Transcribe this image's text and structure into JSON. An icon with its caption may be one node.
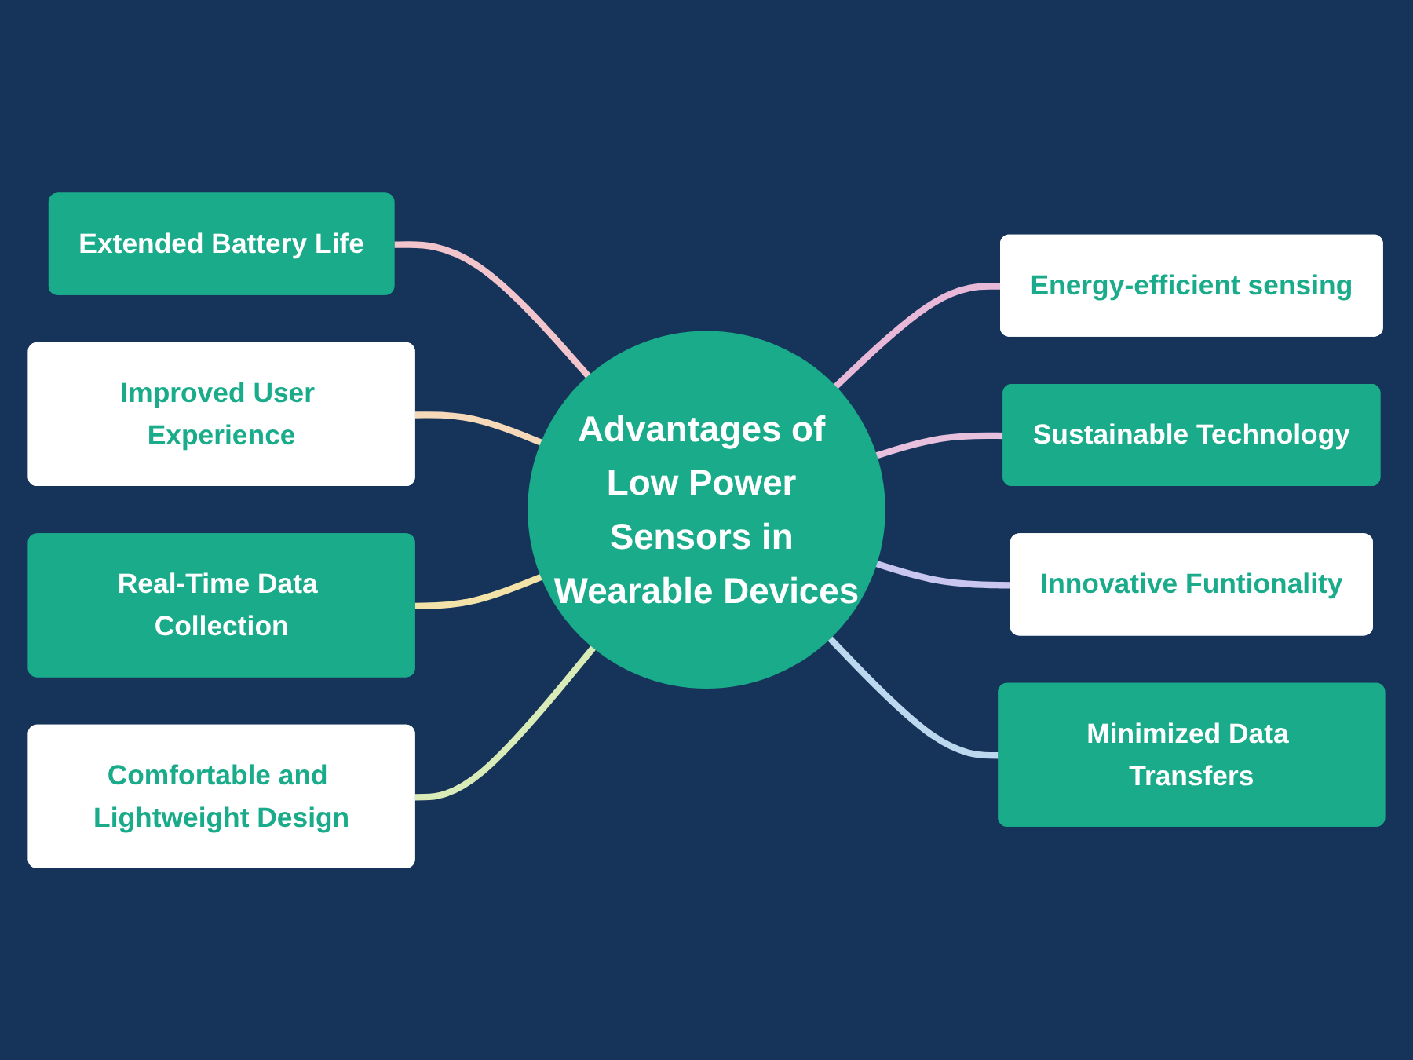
{
  "diagram": {
    "nodes": [
      {
        "text": [
          "Advantages of Low Power Sensors in Wearable Devices"
        ]
      },
      {
        "text": [
          "Extended Battery Life"
        ]
      },
      {
        "text": [
          "Energy-efficient sensing"
        ]
      },
      {
        "text": [
          "Improved User Experience"
        ]
      },
      {
        "text": [
          "Sustainable Technology"
        ]
      },
      {
        "text": [
          "Real-Time Data Collection"
        ]
      },
      {
        "text": [
          "Innovative Funtionality"
        ]
      },
      {
        "text": [
          "Comfortable and Lightweight Design"
        ]
      },
      {
        "text": [
          "Minimized Data Transfers"
        ]
      }
    ],
    "edges": [
      {
        "from": 1,
        "to": 0,
        "arrow": "none",
        "color": "#f2c4cc"
      },
      {
        "from": 0,
        "to": 2,
        "arrow": "none",
        "color": "#e7b8d8"
      },
      {
        "from": 3,
        "to": 0,
        "arrow": "none",
        "color": "#f5d9b8"
      },
      {
        "from": 0,
        "to": 4,
        "arrow": "none",
        "color": "#e6c0dc"
      },
      {
        "from": 5,
        "to": 0,
        "arrow": "none",
        "color": "#f3e3a8"
      },
      {
        "from": 0,
        "to": 6,
        "arrow": "none",
        "color": "#c9c6ef"
      },
      {
        "from": 7,
        "to": 0,
        "arrow": "none",
        "color": "#d9ecb8"
      },
      {
        "from": 0,
        "to": 8,
        "arrow": "none",
        "color": "#bcd8ee"
      }
    ]
  }
}
